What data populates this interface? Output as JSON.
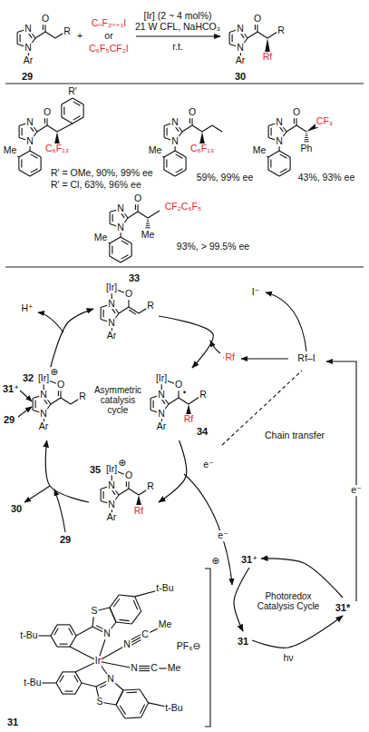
{
  "diagram": {
    "nodes": [
      {
        "text": [
          "32"
        ]
      },
      {
        "text": [
          "33"
        ]
      },
      {
        "text": [
          "34"
        ]
      },
      {
        "text": [
          "35"
        ]
      },
      {
        "text": [
          "31⁺"
        ]
      },
      {
        "text": [
          "31*"
        ]
      },
      {
        "text": [
          "31"
        ]
      }
    ],
    "edges": [
      {
        "from": 0,
        "to": 1,
        "arrow": "to"
      },
      {
        "from": 1,
        "to": 2,
        "arrow": "to"
      },
      {
        "from": 2,
        "to": 3,
        "arrow": "to"
      },
      {
        "from": 3,
        "to": 0,
        "arrow": "to"
      },
      {
        "from": 6,
        "to": 5,
        "label": "hν",
        "arrow": "to"
      },
      {
        "from": 5,
        "to": 4,
        "arrow": "to"
      },
      {
        "from": 4,
        "to": 6,
        "arrow": "to"
      }
    ],
    "labels": [
      "O",
      "N",
      "N",
      "R",
      "Ar",
      "29",
      "+",
      "CₙF₂ₙ₊₁I",
      "or",
      "C₆F₅CF₂I",
      "[Ir] (2 ~ 4 mol%)",
      "21 W CFL, NaHCO₃",
      "r.t.",
      "O",
      "N",
      "N",
      "R",
      "Rf",
      "Ar",
      "30",
      "O",
      "N",
      "N",
      "R′",
      "C₆F₁₃",
      "Me",
      "R′ = OMe, 90%, 99% ee",
      "R′ = Cl, 63%, 96% ee",
      "O",
      "N",
      "N",
      "C₆F₁₃",
      "Me",
      "59%, 99% ee",
      "O",
      "N",
      "N",
      "CF₃",
      "Ph",
      "Me",
      "43%, 93% ee",
      "O",
      "N",
      "N",
      "CF₂C₆F₅",
      "Me",
      "Me",
      "93%, > 99.5% ee",
      "31⁺",
      "29",
      "[Ir]",
      "⊕",
      "O",
      "N",
      "N",
      "R",
      "Ar",
      "[Ir]",
      "O",
      "N",
      "N",
      "R",
      "Ar",
      "H⁺",
      "[Ir]",
      "O",
      "N",
      "N",
      "·",
      "R",
      "Rf",
      "Ar",
      "[Ir]",
      "⊕",
      "O",
      "N",
      "N",
      "R",
      "Rf",
      "Ar",
      "30",
      "29",
      "Asymmetric catalysis cycle",
      "·Rf",
      "Rf–I",
      "I⁻",
      "Chain transfer",
      "e⁻",
      "e⁻",
      "e⁻",
      "Photoredox Catalysis Cycle",
      "Ir",
      "N",
      "S",
      "N",
      "S",
      "t-Bu",
      "t-Bu",
      "t-Bu",
      "t-Bu",
      "N",
      "C",
      "Me",
      "N",
      "C",
      "Me",
      "PF₆⊖",
      "⊕",
      "31"
    ]
  }
}
